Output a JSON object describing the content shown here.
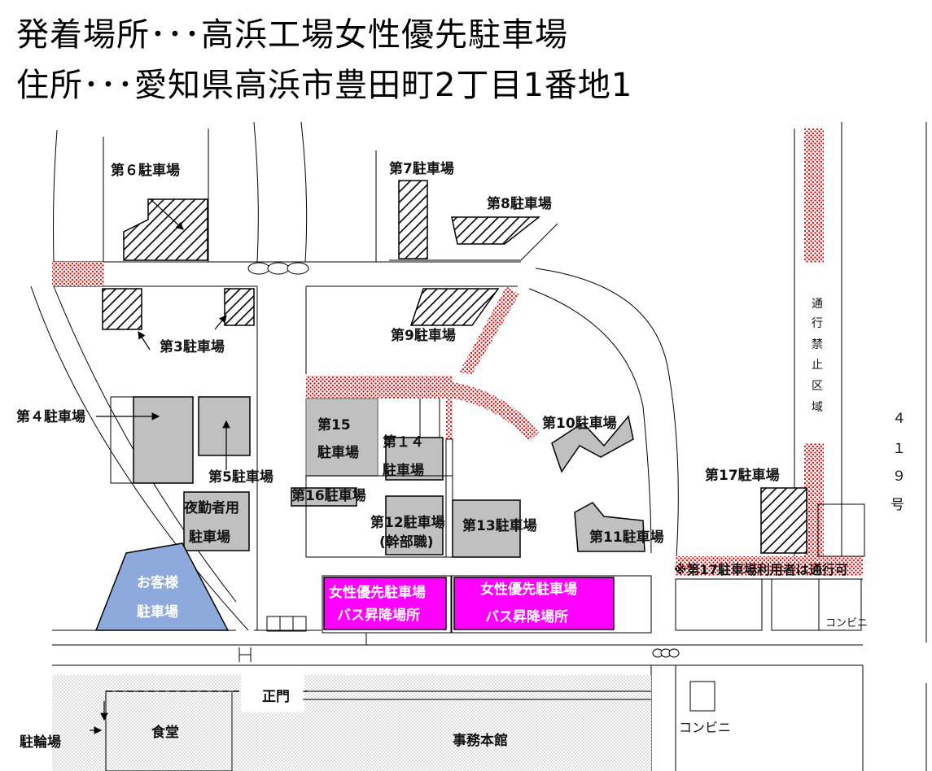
{
  "header": {
    "line1": "発着場所･･･高浜工場女性優先駐車場",
    "line2": "住所･･･愛知県高浜市豊田町2丁目1番地1"
  },
  "map": {
    "lots": {
      "p3": "第3駐車場",
      "p4": "第４駐車場",
      "p5": "第5駐車場",
      "p6": "第６駐車場",
      "p7": "第7駐車場",
      "p8": "第8駐車場",
      "p9": "第9駐車場",
      "p10": "第10駐車場",
      "p11": "第11駐車場",
      "p12": "第12駐車場",
      "p12_sub": "(幹部職)",
      "p13": "第13駐車場",
      "p14_a": "第１４",
      "p14_b": "駐車場",
      "p15_a": "第15",
      "p15_b": "駐車場",
      "p16": "第16駐車場",
      "p17": "第17駐車場",
      "night_a": "夜勤者用",
      "night_b": "駐車場",
      "guest_a": "お客様",
      "guest_b": "駐車場",
      "women_a": "女性優先駐車場",
      "women_b": "バス昇降場所"
    },
    "notes": {
      "p17_access": "※第17駐車場利用者は通行可",
      "no_entry": [
        "通",
        "行",
        "禁",
        "止",
        "区",
        "域"
      ],
      "route": [
        "４",
        "１",
        "９",
        "号"
      ]
    },
    "buildings": {
      "main_gate": "正門",
      "cafeteria": "食堂",
      "office": "事務本館",
      "bicycle": "駐輪場",
      "convenience": "コンビニ",
      "convenience_small": "コンビニ"
    },
    "colors": {
      "women_lot": "#ff00ff",
      "guest_lot": "#8ea9db",
      "lot_gray": "#c0c0c0",
      "restricted": "#e01010"
    }
  }
}
